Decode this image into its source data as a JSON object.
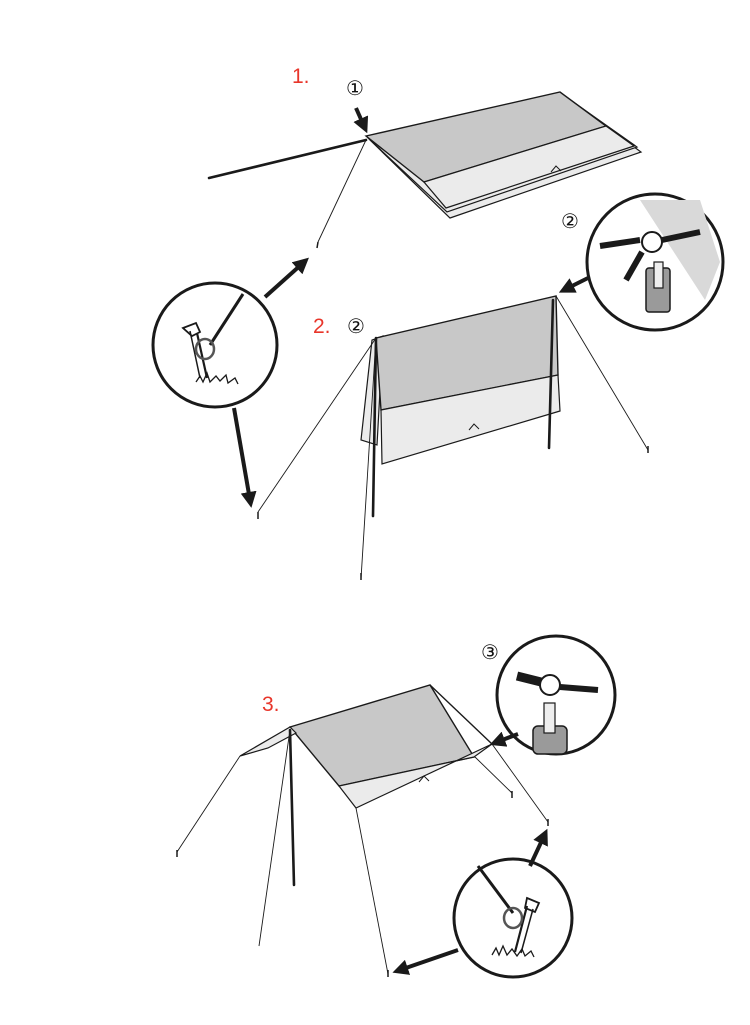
{
  "steps": [
    {
      "number": "1.",
      "callout": "①"
    },
    {
      "number": "2.",
      "callout": "②"
    },
    {
      "number": "3.",
      "callout": "③"
    }
  ],
  "detail_callouts": {
    "ring_detail_step2": "②",
    "ring_detail_step3": "③"
  },
  "colors": {
    "step_number": "#e8352a",
    "tarp_dark": "#c8c8c8",
    "tarp_light": "#ebebeb",
    "line": "#1a1a1a"
  },
  "icons": [
    "arrow-icon",
    "tent-peg-icon",
    "pole-ring-icon",
    "grass-icon"
  ]
}
